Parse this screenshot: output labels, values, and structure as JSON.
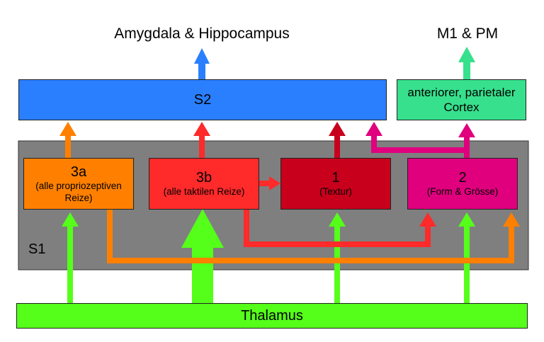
{
  "colors": {
    "s1_background": "#7f7f7f",
    "s2": "#2a7fff",
    "cortex": "#37e08d",
    "area_3a": "#ff8000",
    "area_3b": "#ff2a2a",
    "area_1": "#c8001c",
    "area_2": "#e0007e",
    "thalamus": "#55ff1a"
  },
  "targets": {
    "limbic": "Amygdala & Hippocampus",
    "motor": "M1 & PM"
  },
  "s2": {
    "label": "S2"
  },
  "cortex": {
    "line1": "anteriorer, parietaler",
    "line2": "Cortex"
  },
  "s1": {
    "label": "S1"
  },
  "areas": {
    "a3a": {
      "name": "3a",
      "line1": "(alle propriozeptiven",
      "line2": "Reize)"
    },
    "a3b": {
      "name": "3b",
      "desc": "(alle taktilen Reize)"
    },
    "a1": {
      "name": "1",
      "desc": "(Textur)"
    },
    "a2": {
      "name": "2",
      "desc": "(Form & Grösse)"
    }
  },
  "thalamus": {
    "label": "Thalamus"
  }
}
